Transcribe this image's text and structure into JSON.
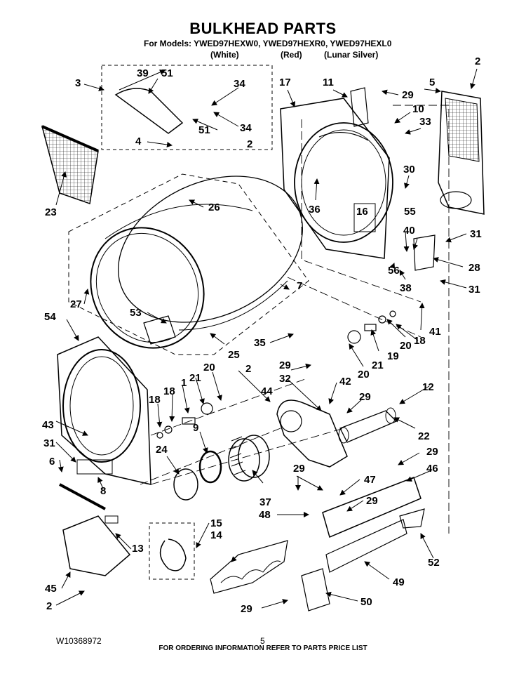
{
  "header": {
    "title": "BULKHEAD PARTS",
    "models": "For Models: YWED97HEXW0, YWED97HEXR0, YWED97HEXL0",
    "variants": [
      "(White)",
      "(Red)",
      "(Lunar Silver)"
    ]
  },
  "callouts": [
    "2",
    "3",
    "39",
    "51",
    "34",
    "51",
    "34",
    "4",
    "17",
    "11",
    "29",
    "10",
    "33",
    "5",
    "2",
    "30",
    "23",
    "26",
    "36",
    "16",
    "55",
    "31",
    "40",
    "28",
    "56",
    "38",
    "31",
    "27",
    "7",
    "53",
    "25",
    "54",
    "35",
    "41",
    "20",
    "18",
    "19",
    "21",
    "20",
    "29",
    "2",
    "32",
    "42",
    "29",
    "12",
    "20",
    "21",
    "18",
    "1",
    "43",
    "9",
    "44",
    "22",
    "24",
    "31",
    "6",
    "8",
    "37",
    "29",
    "46",
    "29",
    "47",
    "48",
    "29",
    "15",
    "14",
    "13",
    "52",
    "45",
    "49",
    "2",
    "29",
    "50"
  ],
  "footer": {
    "note": "FOR ORDERING INFORMATION REFER TO PARTS PRICE LIST",
    "doc_number": "W10368972",
    "page": "5"
  }
}
